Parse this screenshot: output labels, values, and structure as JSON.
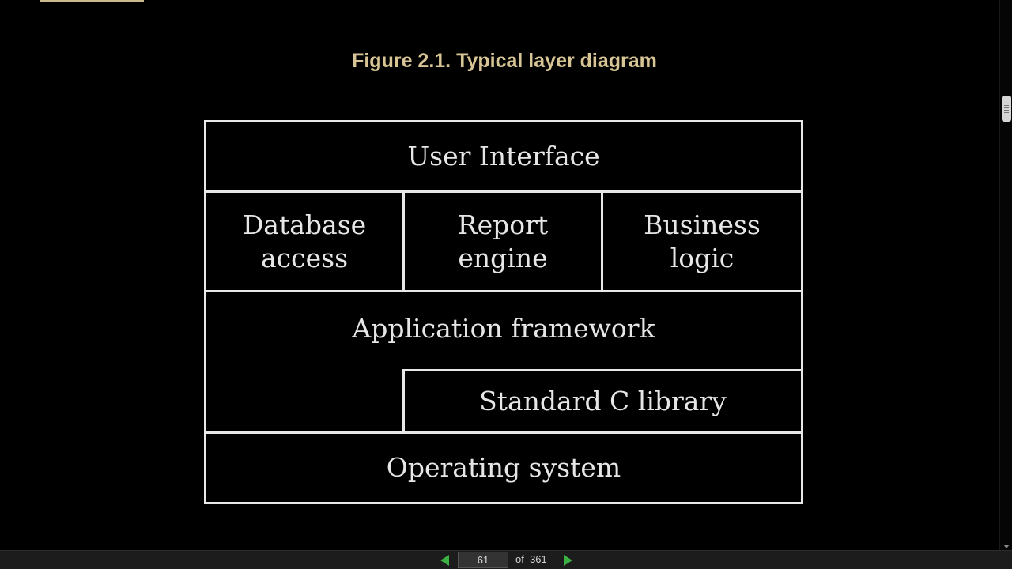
{
  "figure": {
    "title": "Figure 2.1. Typical layer diagram",
    "layers": {
      "user_interface": "User Interface",
      "database_access": "Database\naccess",
      "report_engine": "Report\nengine",
      "business_logic": "Business\nlogic",
      "application_framework": "Application framework",
      "standard_c_library": "Standard C library",
      "operating_system": "Operating system"
    }
  },
  "navigation": {
    "current_page": "61",
    "of_label": "of",
    "total_pages": "361",
    "prev_icon": "left-arrow-icon",
    "next_icon": "right-arrow-icon"
  },
  "colors": {
    "title": "#d8c595",
    "nav_arrow": "#3cb043",
    "box_border": "#e8e8e8"
  }
}
